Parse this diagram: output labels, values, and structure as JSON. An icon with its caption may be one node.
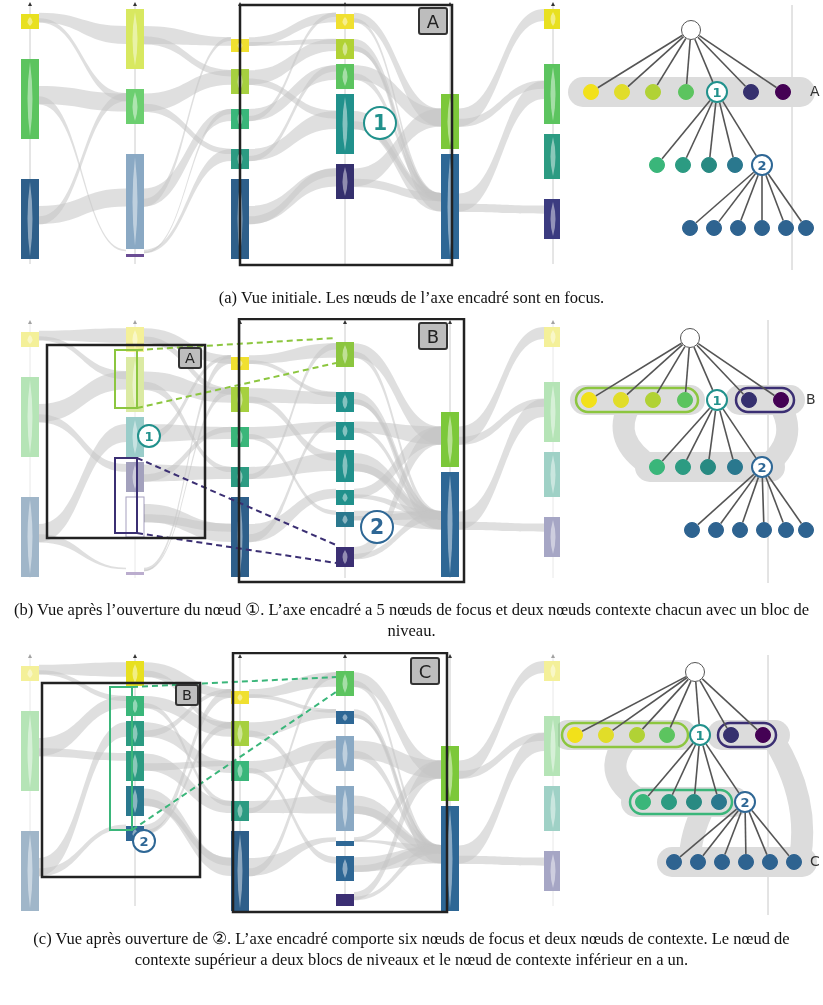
{
  "diagram": {
    "nodes": [
      {
        "text": [],
        "shape": "circle"
      },
      {
        "text": [],
        "shape": "circle"
      },
      {
        "text": [],
        "shape": "circle"
      },
      {
        "text": [],
        "shape": "circle"
      },
      {
        "text": [],
        "shape": "circle"
      },
      {
        "text": [
          "1"
        ]
      },
      {
        "text": [],
        "shape": "circle"
      },
      {
        "text": [],
        "shape": "circle"
      },
      {
        "text": [],
        "shape": "circle"
      },
      {
        "text": [],
        "shape": "circle"
      },
      {
        "text": [],
        "shape": "circle"
      },
      {
        "text": [],
        "shape": "circle"
      },
      {
        "text": [
          "2"
        ]
      },
      {
        "text": [],
        "shape": "circle"
      },
      {
        "text": [],
        "shape": "circle"
      },
      {
        "text": [],
        "shape": "circle"
      },
      {
        "text": [],
        "shape": "circle"
      },
      {
        "text": [],
        "shape": "circle"
      },
      {
        "text": [],
        "shape": "circle"
      },
      {
        "text": [],
        "shape": "circle"
      },
      {
        "text": [],
        "shape": "circle"
      },
      {
        "text": [],
        "shape": "circle"
      },
      {
        "text": [],
        "shape": "circle"
      },
      {
        "text": [],
        "shape": "circle"
      },
      {
        "text": [
          "1"
        ]
      },
      {
        "text": [],
        "shape": "circle"
      },
      {
        "text": [],
        "shape": "circle"
      },
      {
        "text": [],
        "shape": "circle"
      },
      {
        "text": [],
        "shape": "circle"
      },
      {
        "text": [],
        "shape": "circle"
      },
      {
        "text": [],
        "shape": "circle"
      },
      {
        "text": [
          "2"
        ]
      },
      {
        "text": [],
        "shape": "circle"
      },
      {
        "text": [],
        "shape": "circle"
      },
      {
        "text": [],
        "shape": "circle"
      },
      {
        "text": [],
        "shape": "circle"
      },
      {
        "text": [],
        "shape": "circle"
      },
      {
        "text": [],
        "shape": "circle"
      },
      {
        "text": [],
        "shape": "circle"
      },
      {
        "text": [],
        "shape": "circle"
      },
      {
        "text": [],
        "shape": "circle"
      },
      {
        "text": [],
        "shape": "circle"
      },
      {
        "text": [],
        "shape": "circle"
      },
      {
        "text": [
          "1"
        ]
      },
      {
        "text": [],
        "shape": "circle"
      },
      {
        "text": [],
        "shape": "circle"
      },
      {
        "text": [],
        "shape": "circle"
      },
      {
        "text": [],
        "shape": "circle"
      },
      {
        "text": [],
        "shape": "circle"
      },
      {
        "text": [],
        "shape": "circle"
      },
      {
        "text": [
          "2"
        ]
      },
      {
        "text": [],
        "shape": "circle"
      },
      {
        "text": [],
        "shape": "circle"
      },
      {
        "text": [],
        "shape": "circle"
      },
      {
        "text": [],
        "shape": "circle"
      },
      {
        "text": [],
        "shape": "circle"
      },
      {
        "text": [],
        "shape": "circle"
      },
      {
        "text": [
          "1"
        ]
      },
      {
        "text": [
          "2"
        ]
      }
    ],
    "edges": [
      {
        "from": 0,
        "to": 1,
        "arrow": "none"
      },
      {
        "from": 0,
        "to": 2,
        "arrow": "none"
      },
      {
        "from": 0,
        "to": 3,
        "arrow": "none"
      },
      {
        "from": 0,
        "to": 4,
        "arrow": "none"
      },
      {
        "from": 0,
        "to": 5,
        "arrow": "none"
      },
      {
        "from": 0,
        "to": 6,
        "arrow": "none"
      },
      {
        "from": 0,
        "to": 7,
        "arrow": "none"
      },
      {
        "from": 5,
        "to": 8,
        "arrow": "none"
      },
      {
        "from": 5,
        "to": 9,
        "arrow": "none"
      },
      {
        "from": 5,
        "to": 10,
        "arrow": "none"
      },
      {
        "from": 5,
        "to": 11,
        "arrow": "none"
      },
      {
        "from": 5,
        "to": 12,
        "arrow": "none"
      },
      {
        "from": 12,
        "to": 13,
        "arrow": "none"
      },
      {
        "from": 12,
        "to": 14,
        "arrow": "none"
      },
      {
        "from": 12,
        "to": 15,
        "arrow": "none"
      },
      {
        "from": 12,
        "to": 16,
        "arrow": "none"
      },
      {
        "from": 12,
        "to": 17,
        "arrow": "none"
      },
      {
        "from": 12,
        "to": 18,
        "arrow": "none"
      },
      {
        "from": 19,
        "to": 20,
        "arrow": "none"
      },
      {
        "from": 19,
        "to": 21,
        "arrow": "none"
      },
      {
        "from": 19,
        "to": 22,
        "arrow": "none"
      },
      {
        "from": 19,
        "to": 23,
        "arrow": "none"
      },
      {
        "from": 19,
        "to": 24,
        "arrow": "none"
      },
      {
        "from": 19,
        "to": 25,
        "arrow": "none"
      },
      {
        "from": 19,
        "to": 26,
        "arrow": "none"
      },
      {
        "from": 24,
        "to": 27,
        "arrow": "none"
      },
      {
        "from": 24,
        "to": 28,
        "arrow": "none"
      },
      {
        "from": 24,
        "to": 29,
        "arrow": "none"
      },
      {
        "from": 24,
        "to": 30,
        "arrow": "none"
      },
      {
        "from": 24,
        "to": 31,
        "arrow": "none"
      },
      {
        "from": 31,
        "to": 32,
        "arrow": "none"
      },
      {
        "from": 31,
        "to": 33,
        "arrow": "none"
      },
      {
        "from": 31,
        "to": 34,
        "arrow": "none"
      },
      {
        "from": 31,
        "to": 35,
        "arrow": "none"
      },
      {
        "from": 31,
        "to": 36,
        "arrow": "none"
      },
      {
        "from": 31,
        "to": 37,
        "arrow": "none"
      },
      {
        "from": 38,
        "to": 39,
        "arrow": "none"
      },
      {
        "from": 38,
        "to": 40,
        "arrow": "none"
      },
      {
        "from": 38,
        "to": 41,
        "arrow": "none"
      },
      {
        "from": 38,
        "to": 42,
        "arrow": "none"
      },
      {
        "from": 38,
        "to": 43,
        "arrow": "none"
      },
      {
        "from": 38,
        "to": 44,
        "arrow": "none"
      },
      {
        "from": 38,
        "to": 45,
        "arrow": "none"
      },
      {
        "from": 43,
        "to": 46,
        "arrow": "none"
      },
      {
        "from": 43,
        "to": 47,
        "arrow": "none"
      },
      {
        "from": 43,
        "to": 48,
        "arrow": "none"
      },
      {
        "from": 43,
        "to": 49,
        "arrow": "none"
      },
      {
        "from": 43,
        "to": 50,
        "arrow": "none"
      },
      {
        "from": 50,
        "to": 51,
        "arrow": "none"
      },
      {
        "from": 50,
        "to": 52,
        "arrow": "none"
      },
      {
        "from": 50,
        "to": 53,
        "arrow": "none"
      },
      {
        "from": 50,
        "to": 54,
        "arrow": "none"
      },
      {
        "from": 50,
        "to": 55,
        "arrow": "none"
      },
      {
        "from": 50,
        "to": 56,
        "arrow": "none"
      }
    ],
    "labels": [
      "A",
      "1",
      "A",
      "(a) Vue initiale. Les nœuds de l’axe encadré sont en focus.",
      "A",
      "B",
      "2",
      "B",
      "(b) Vue après l’ouverture du nœud ①. L’axe encadré a 5 nœuds de focus et deux nœuds contexte chacun avec un bloc de niveau.",
      "B",
      "C",
      "C",
      "(c) Vue après ouverture de ②. L’axe encadré comporte six nœuds de focus et deux nœuds de contexte. Le nœud de contexte supérieur a deux blocs de niveaux et le nœud de contexte inférieur en a un."
    ]
  }
}
